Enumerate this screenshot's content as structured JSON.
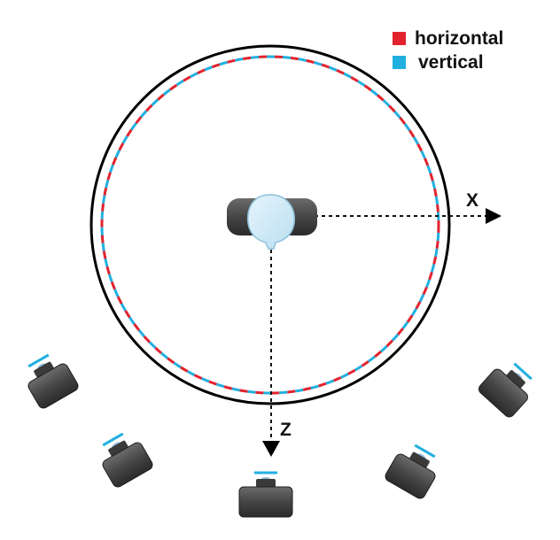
{
  "legend": {
    "items": [
      {
        "label": "horizontal",
        "color": "#e2232e"
      },
      {
        "label": "vertical",
        "color": "#21afe0"
      }
    ]
  },
  "axes": {
    "x_label": "X",
    "z_label": "Z"
  },
  "colors": {
    "circle": "#000000",
    "camera_body": "#4a4a4a",
    "head": "#cfeaf7",
    "lens": "#8fb7d6",
    "glass_line": "#21afe0"
  },
  "icons": {
    "subject": "head-icon",
    "camera": "camera-icon"
  }
}
